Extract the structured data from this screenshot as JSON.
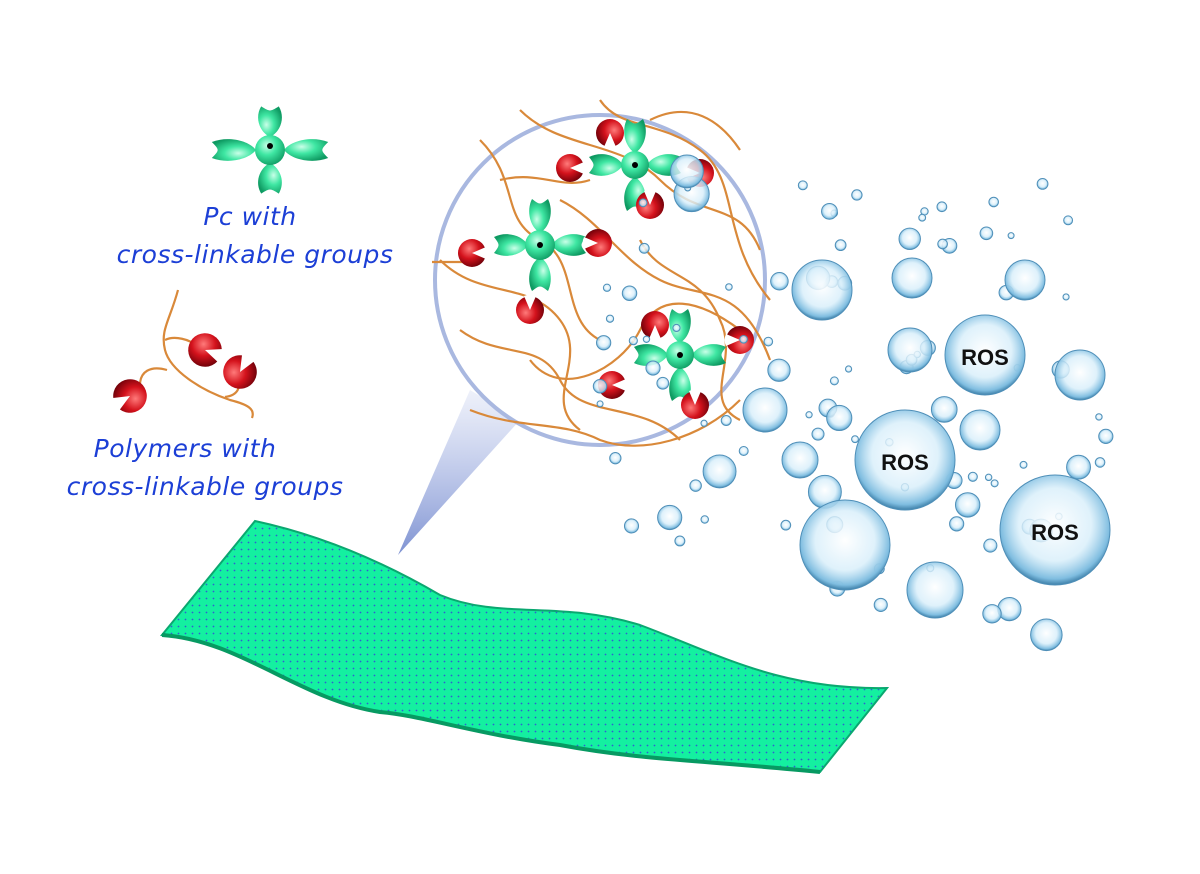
{
  "labels": {
    "pc_line1": "Pc with",
    "pc_line2": "cross-linkable groups",
    "poly_line1": "Polymers with",
    "poly_line2": "cross-linkable groups",
    "ros": [
      "ROS",
      "ROS",
      "ROS"
    ]
  },
  "colors": {
    "text": "#1c3fd6",
    "pc_green": "#2fe59a",
    "crosslink_red": "#c8101a",
    "polymer_chain": "#d9893a",
    "sheet": "#14f0a0",
    "magnifier": "#a9b8e0",
    "bubble": "#8ec8e8"
  }
}
